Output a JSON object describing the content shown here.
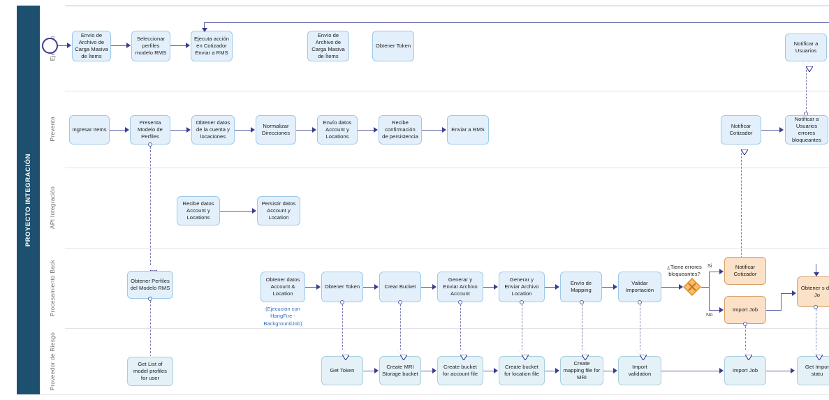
{
  "pool": {
    "title": "PROYECTO INTEGRACIÓN",
    "header_color": "#1d4f6e"
  },
  "lanes": [
    {
      "id": "ejecutivo",
      "label": "Ejecutivo"
    },
    {
      "id": "preventa",
      "label": "Preventa"
    },
    {
      "id": "api",
      "label": "API Integración"
    },
    {
      "id": "back",
      "label": "Procesamiento Back"
    },
    {
      "id": "riesgo",
      "label": "Proveedor de Riesgo"
    }
  ],
  "colors": {
    "task_blue_fill": "#e3f0fb",
    "task_blue_border": "#9dc9e8",
    "task_cyan_fill": "#e4f1f7",
    "task_cyan_border": "#a9cfdd",
    "task_orange_fill": "#fbe1c8",
    "task_orange_border": "#d9a066",
    "sequence_flow": "#3b3c8f",
    "message_flow": "#7b7fb5",
    "gateway_fill": "#f7bd6d",
    "gateway_border": "#e08c22",
    "annotation_text": "#2f6fc4"
  },
  "tasks": {
    "ejecutivo": [
      {
        "id": "env-archivo-1",
        "label": "Envío de Archivo de Carga Masiva de Ítems"
      },
      {
        "id": "sel-perfiles",
        "label": "Seleccionar perfiles modelo RMS"
      },
      {
        "id": "ejecuta-accion",
        "label": "Ejecuta acción en Cotizador Enviar a RMS"
      },
      {
        "id": "env-archivo-2",
        "label": "Envío de Archivo de Carga Masiva de Ítems"
      },
      {
        "id": "obtener-token-e",
        "label": "Obtener Token"
      },
      {
        "id": "notificar-usuarios",
        "label": "Notificar a Usuarios"
      }
    ],
    "preventa": [
      {
        "id": "ingresar-items",
        "label": "Ingresar Items"
      },
      {
        "id": "presenta-modelo",
        "label": "Presenta Modelo de Perfiles"
      },
      {
        "id": "obtener-datos",
        "label": "Obtener datos de la cuenta y locaciones"
      },
      {
        "id": "normalizar",
        "label": "Normalizar Direcciones"
      },
      {
        "id": "envio-datos",
        "label": "Envío datos Account y Locations"
      },
      {
        "id": "recibe-conf",
        "label": "Recibe confirmación de persistencia"
      },
      {
        "id": "enviar-rms",
        "label": "Enviar a RMS"
      },
      {
        "id": "notificar-cotizador-p",
        "label": "Notificar Cotizador"
      },
      {
        "id": "notificar-usuarios-err",
        "label": "Notificar a Usuarios errores bloqueantes"
      }
    ],
    "api": [
      {
        "id": "recibe-datos",
        "label": "Recibe datos Account y Locations"
      },
      {
        "id": "persistir-datos",
        "label": "Persistir datos Account y Location"
      }
    ],
    "back": [
      {
        "id": "obtener-perfiles",
        "label": "Obtener Perfiles del Modelo RMS"
      },
      {
        "id": "obtener-datos-al",
        "label": "Obtener datos Account & Location"
      },
      {
        "id": "obtener-token-b",
        "label": "Obtener Token"
      },
      {
        "id": "crear-bucket",
        "label": "Crear Bucket"
      },
      {
        "id": "gen-account",
        "label": "Generar y Enviar Archivo Account"
      },
      {
        "id": "gen-location",
        "label": "Generar y Enviar Archivo Location"
      },
      {
        "id": "envio-mapping",
        "label": "Envío de Mapping"
      },
      {
        "id": "validar-import",
        "label": "Validar Importación"
      },
      {
        "id": "notificar-cotizador-b",
        "label": "Notificar Cotizador"
      },
      {
        "id": "import-job-b",
        "label": "Import Job"
      },
      {
        "id": "obtener-status",
        "label": "Obtener s del Jo"
      }
    ],
    "riesgo": [
      {
        "id": "get-list",
        "label": "Get List of model profiles for user"
      },
      {
        "id": "get-token",
        "label": "Get Token"
      },
      {
        "id": "create-mri",
        "label": "Create MRI Storage bucket"
      },
      {
        "id": "create-account",
        "label": "Create bucket for account file"
      },
      {
        "id": "create-location",
        "label": "Create bucket for location file"
      },
      {
        "id": "create-mapping",
        "label": "Create mapping file for MRI"
      },
      {
        "id": "import-validation",
        "label": "Import validation"
      },
      {
        "id": "import-job-r",
        "label": "Import Job"
      },
      {
        "id": "get-import-status",
        "label": "Get Impor statu"
      }
    ]
  },
  "gateway": {
    "id": "errores-bloqueantes",
    "question": "¿Tiene errores\nbloqueantes?",
    "type": "exclusive",
    "branches": [
      {
        "label": "Si"
      },
      {
        "label": "No"
      }
    ]
  },
  "annotations": [
    {
      "id": "hangfire",
      "text": "(Ejecución con\nHangFire -\nBackgroundJob)"
    }
  ],
  "events": [
    {
      "id": "start-event",
      "type": "start",
      "label": ""
    }
  ]
}
